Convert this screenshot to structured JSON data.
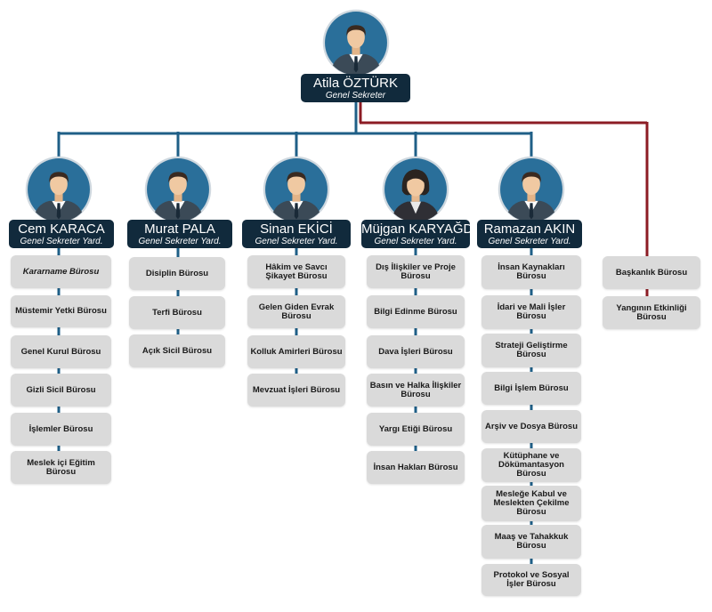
{
  "top": {
    "name": "Atila ÖZTÜRK",
    "title": "Genel Sekreter"
  },
  "deputies": [
    {
      "name": "Cem KARACA",
      "title": "Genel Sekreter Yard.",
      "units": [
        "Kararname Bürosu",
        "Müstemir Yetki Bürosu",
        "Genel Kurul Bürosu",
        "Gizli Sicil Bürosu",
        "İşlemler  Bürosu",
        "Meslek içi Eğitim Bürosu"
      ]
    },
    {
      "name": "Murat PALA",
      "title": "Genel Sekreter Yard.",
      "units": [
        "Disiplin Bürosu",
        "Terfi Bürosu",
        "Açık Sicil Bürosu"
      ]
    },
    {
      "name": "Sinan EKİCİ",
      "title": "Genel Sekreter Yard.",
      "units": [
        "Hâkim ve Savcı Şikayet Bürosu",
        "Gelen Giden Evrak Bürosu",
        "Kolluk Amirleri Bürosu",
        "Mevzuat İşleri Bürosu"
      ]
    },
    {
      "name": "Müjgan KARYAĞDI",
      "title": "Genel Sekreter Yard.",
      "units": [
        "Dış İlişkiler ve Proje Bürosu",
        "Bilgi Edinme Bürosu",
        "Dava İşleri Bürosu",
        "Basın ve Halka İlişkiler Bürosu",
        "Yargı Etiği Bürosu",
        "İnsan Hakları Bürosu"
      ]
    },
    {
      "name": "Ramazan AKIN",
      "title": "Genel Sekreter Yard.",
      "units": [
        "İnsan Kaynakları Bürosu",
        "İdari ve Mali İşler Bürosu",
        "Strateji Geliştirme Bürosu",
        "Bilgi İşlem Bürosu",
        "Arşiv ve Dosya Bürosu",
        "Kütüphane ve Dökümantasyon Bürosu",
        "Mesleğe Kabul ve Meslekten Çekilme Bürosu",
        "Maaş ve Tahakkuk Bürosu",
        "Protokol ve Sosyal İşler Bürosu"
      ]
    }
  ],
  "direct_units": [
    "Başkanlık Bürosu",
    "Yangının Etkinliği Bürosu"
  ],
  "colors": {
    "box": "#112a3c",
    "line_blue": "#1f5f87",
    "line_red": "#8c1c24",
    "unit_bg": "#dadada",
    "avatar_bg": "#2a6f9a"
  },
  "icons": [
    "male-avatar-icon",
    "female-avatar-icon"
  ]
}
